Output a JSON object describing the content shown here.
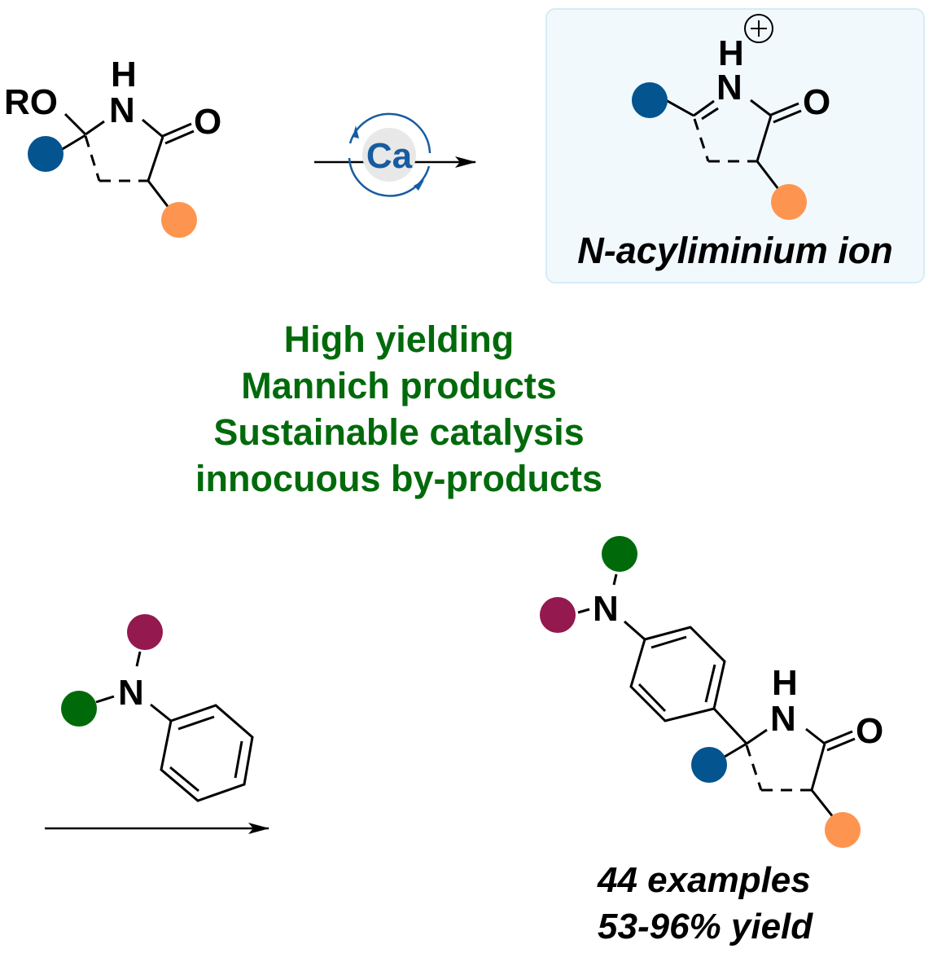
{
  "colors": {
    "substituent_blue": "#03548f",
    "substituent_orange": "#fd9550",
    "substituent_green": "#006a0b",
    "substituent_purple": "#93194f",
    "feature_text": "#006a0b",
    "catalyst_ring": "#175ca0",
    "catalyst_bg": "#e8e8e8",
    "box_bg": "#f1f9fd",
    "box_border": "#d6ecf7"
  },
  "starting_material": {
    "alkoxy_label": "RO",
    "nh_h": "H",
    "nh_n": "N",
    "carbonyl_o": "O"
  },
  "catalyst": {
    "label": "Ca"
  },
  "intermediate": {
    "charge": "+",
    "nh_h": "H",
    "nh_n": "N",
    "carbonyl_o": "O",
    "caption": "N-acyliminium ion"
  },
  "features": [
    "High yielding",
    "Mannich products",
    "Sustainable catalysis",
    "innocuous by-products"
  ],
  "nucleophile": {
    "amine_n": "N"
  },
  "product": {
    "amine_n": "N",
    "nh_h": "H",
    "nh_n": "N",
    "carbonyl_o": "O"
  },
  "summary": {
    "examples": "44 examples",
    "yield": "53-96% yield"
  }
}
